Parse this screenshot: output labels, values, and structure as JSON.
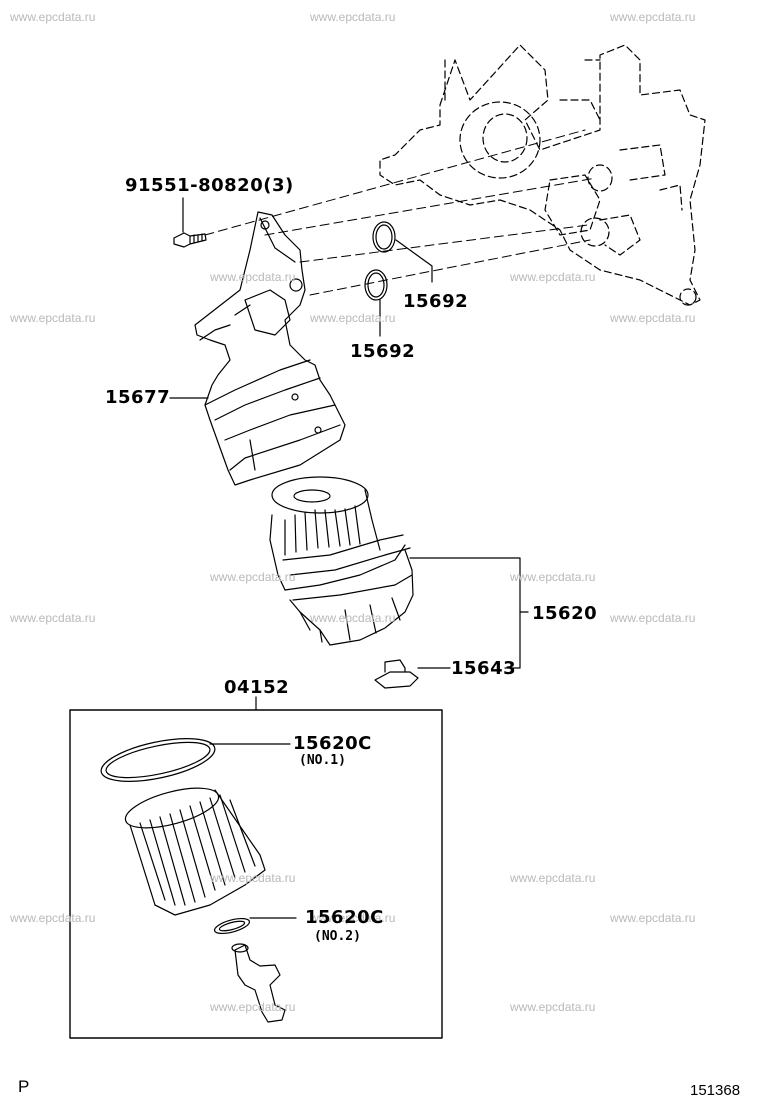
{
  "watermarks": {
    "w1": "www.epcdata.ru",
    "w2": "www.epcdata.ru",
    "w3": "www.epcdata.ru",
    "w4": "www.epcdata.ru",
    "w5": "www.epcdata.ru",
    "w6": "www.epcdata.ru",
    "w7": "www.epcdata.ru",
    "w8": "www.epcdata.ru",
    "w9": "www.epcdata.ru",
    "w10": "www.epcdata.ru",
    "w11": "www.epcdata.ru",
    "w12": "www.epcdata.ru",
    "w13": "www.epcdata.ru",
    "w14": "www.epcdata.ru",
    "w15": "www.epcdata.ru",
    "w16": "www.epcdata.ru",
    "w17": "www.epcdata.ru",
    "w18": "www.epcdata.ru",
    "w19": "www.epcdata.ru",
    "w20": "www.epcdata.ru"
  },
  "callouts": {
    "bolt": "91551-80820(3)",
    "oring_upper": "15692",
    "oring_lower": "15692",
    "bracket": "15677",
    "filter_assy": "15620",
    "drain_plug": "15643",
    "element_kit": "04152",
    "gasket_no1": "15620C",
    "gasket_no1_note": "(NO.1)",
    "gasket_no2": "15620C",
    "gasket_no2_note": "(NO.2)"
  },
  "footer": {
    "left_mark": "P",
    "diagram_number": "151368"
  },
  "colors": {
    "line": "#000000",
    "watermark": "#b9b9b9",
    "background": "#ffffff"
  }
}
